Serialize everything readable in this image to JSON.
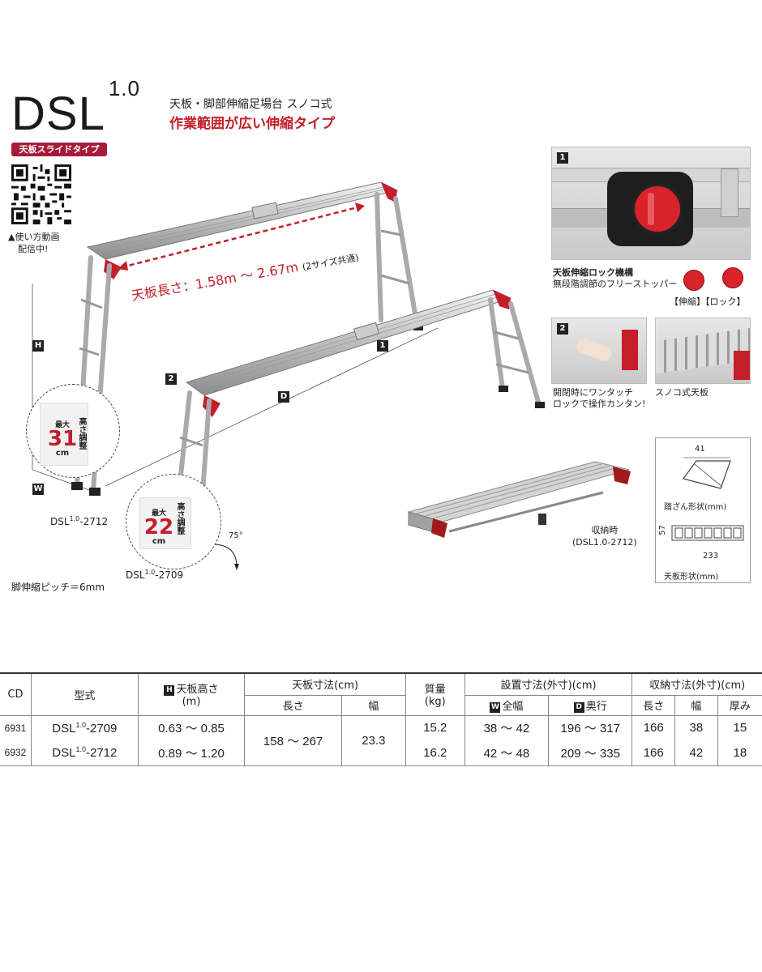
{
  "header": {
    "model": "DSL",
    "model_version": "1.0",
    "subtitle": "天板・脚部伸縮足場台 スノコ式",
    "tagline": "作業範囲が広い伸縮タイプ",
    "type_badge": "天板スライドタイプ",
    "qr_caption_line1": "▲使い方動画",
    "qr_caption_line2": "配信中!"
  },
  "illustration": {
    "length_text": "天板長さ：1.58m ～ 2.67m",
    "length_note": "(2サイズ共通)",
    "dim_h": "H",
    "dim_w": "W",
    "dim_d": "D",
    "badge_1": "1",
    "badge_2": "2",
    "model_left": "DSL",
    "model_left_ver": "1.0",
    "model_left_num": "-2712",
    "model_right": "DSL",
    "model_right_ver": "1.0",
    "model_right_num": "-2709",
    "pitch_note": "脚伸縮ピッチ＝6mm",
    "zoom_large": {
      "max": "最大",
      "value": "31",
      "unit": "cm",
      "label": "高さ調整"
    },
    "zoom_small": {
      "max": "最大",
      "value": "22",
      "unit": "cm",
      "label": "高さ調整"
    },
    "angle": "75°"
  },
  "right": {
    "photo1_badge": "1",
    "photo1_caption_title": "天板伸縮ロック機構",
    "photo1_caption_desc": "無段階調節のフリーストッパー",
    "lock_labels": "【伸縮】【ロック】",
    "photo2_badge": "2",
    "photo2_caption_line1": "開閉時にワンタッチ",
    "photo2_caption_line2": "ロックで操作カンタン!",
    "photo3_caption": "スノコ式天板",
    "step_width": "41",
    "step_caption": "踏ざん形状(mm)",
    "top_height": "57",
    "top_width": "233",
    "top_caption": "天板形状(mm)",
    "storage_line1": "収納時",
    "storage_line2": "(DSL1.0-2712)"
  },
  "table": {
    "headers": {
      "cd": "CD",
      "model": "型式",
      "height_badge": "H",
      "height": "天板高さ",
      "height_unit": "(m)",
      "top_dims": "天板寸法(cm)",
      "top_length": "長さ",
      "top_width": "幅",
      "weight": "質量",
      "weight_unit": "(kg)",
      "install": "設置寸法(外寸)(cm)",
      "install_w_badge": "W",
      "install_w": "全幅",
      "install_d_badge": "D",
      "install_d": "奥行",
      "storage": "収納寸法(外寸)(cm)",
      "storage_len": "長さ",
      "storage_w": "幅",
      "storage_t": "厚み"
    },
    "rows": [
      {
        "cd": "6931",
        "model": "DSL",
        "ver": "1.0",
        "num": "-2709",
        "height": "0.63 ～ 0.85",
        "weight": "15.2",
        "width": "38 ～ 42",
        "depth": "196 ～ 317",
        "s_len": "166",
        "s_w": "38",
        "s_t": "15"
      },
      {
        "cd": "6932",
        "model": "DSL",
        "ver": "1.0",
        "num": "-2712",
        "height": "0.89 ～ 1.20",
        "weight": "16.2",
        "width": "42 ～ 48",
        "depth": "209 ～ 335",
        "s_len": "166",
        "s_w": "42",
        "s_t": "18"
      }
    ],
    "top_length_value": "158 ～ 267",
    "top_width_value": "23.3"
  }
}
